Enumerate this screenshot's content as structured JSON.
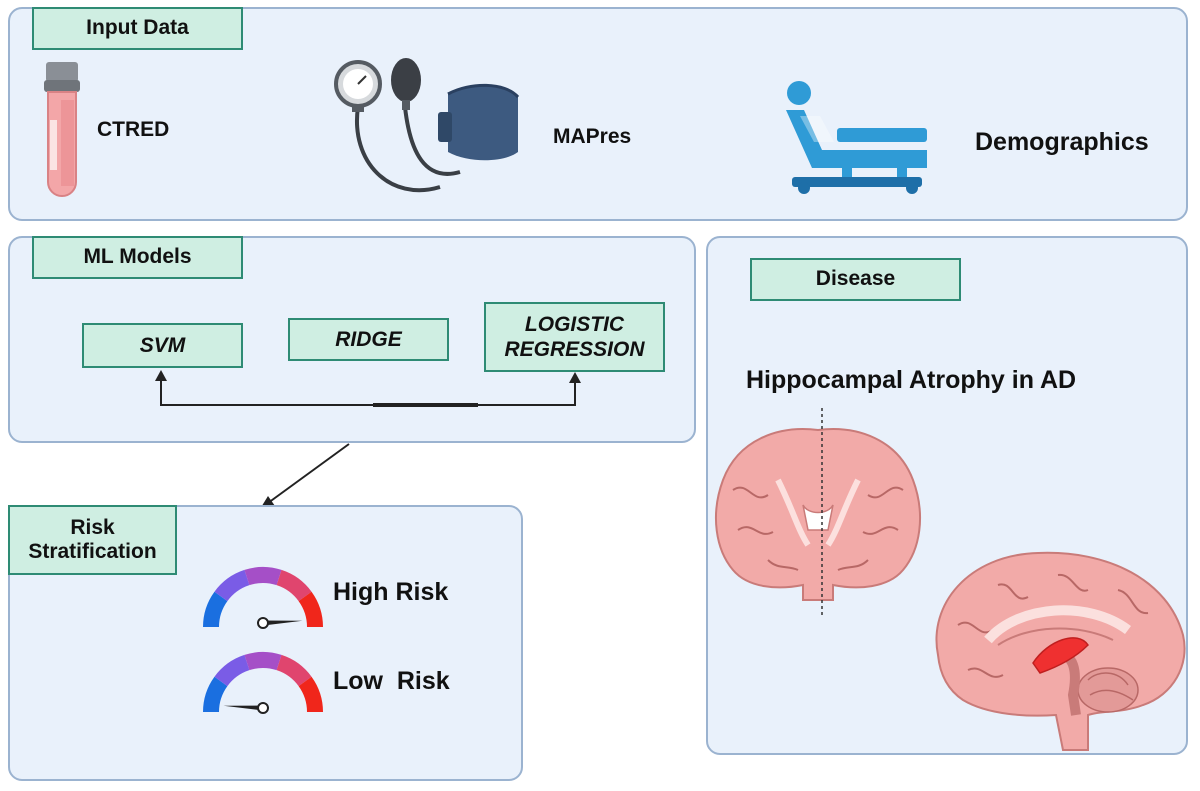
{
  "input_data": {
    "header": "Input Data",
    "items": [
      {
        "label": "CTRED",
        "icon": "blood-tube-icon"
      },
      {
        "label": "MAPres",
        "icon": "blood-pressure-cuff-icon"
      },
      {
        "label": "Demographics",
        "icon": "patient-bed-icon"
      }
    ]
  },
  "ml_models": {
    "header": "ML Models",
    "models": [
      {
        "line1": "SVM"
      },
      {
        "line1": "RIDGE"
      },
      {
        "line1": "LOGISTIC",
        "line2": "REGRESSION"
      }
    ]
  },
  "risk": {
    "header_line1": "Risk",
    "header_line2": "Stratification",
    "gauges": [
      {
        "label": "High Risk",
        "level": 0.95
      },
      {
        "label": "Low  Risk",
        "level": 0.05
      }
    ],
    "gauge_colors": [
      "#1a6fe0",
      "#7a5ce6",
      "#a54fc7",
      "#e0456e",
      "#f0261b"
    ]
  },
  "disease": {
    "header": "Disease",
    "title": "Hippocampal Atrophy in AD",
    "highlight_color": "#ef3030"
  }
}
